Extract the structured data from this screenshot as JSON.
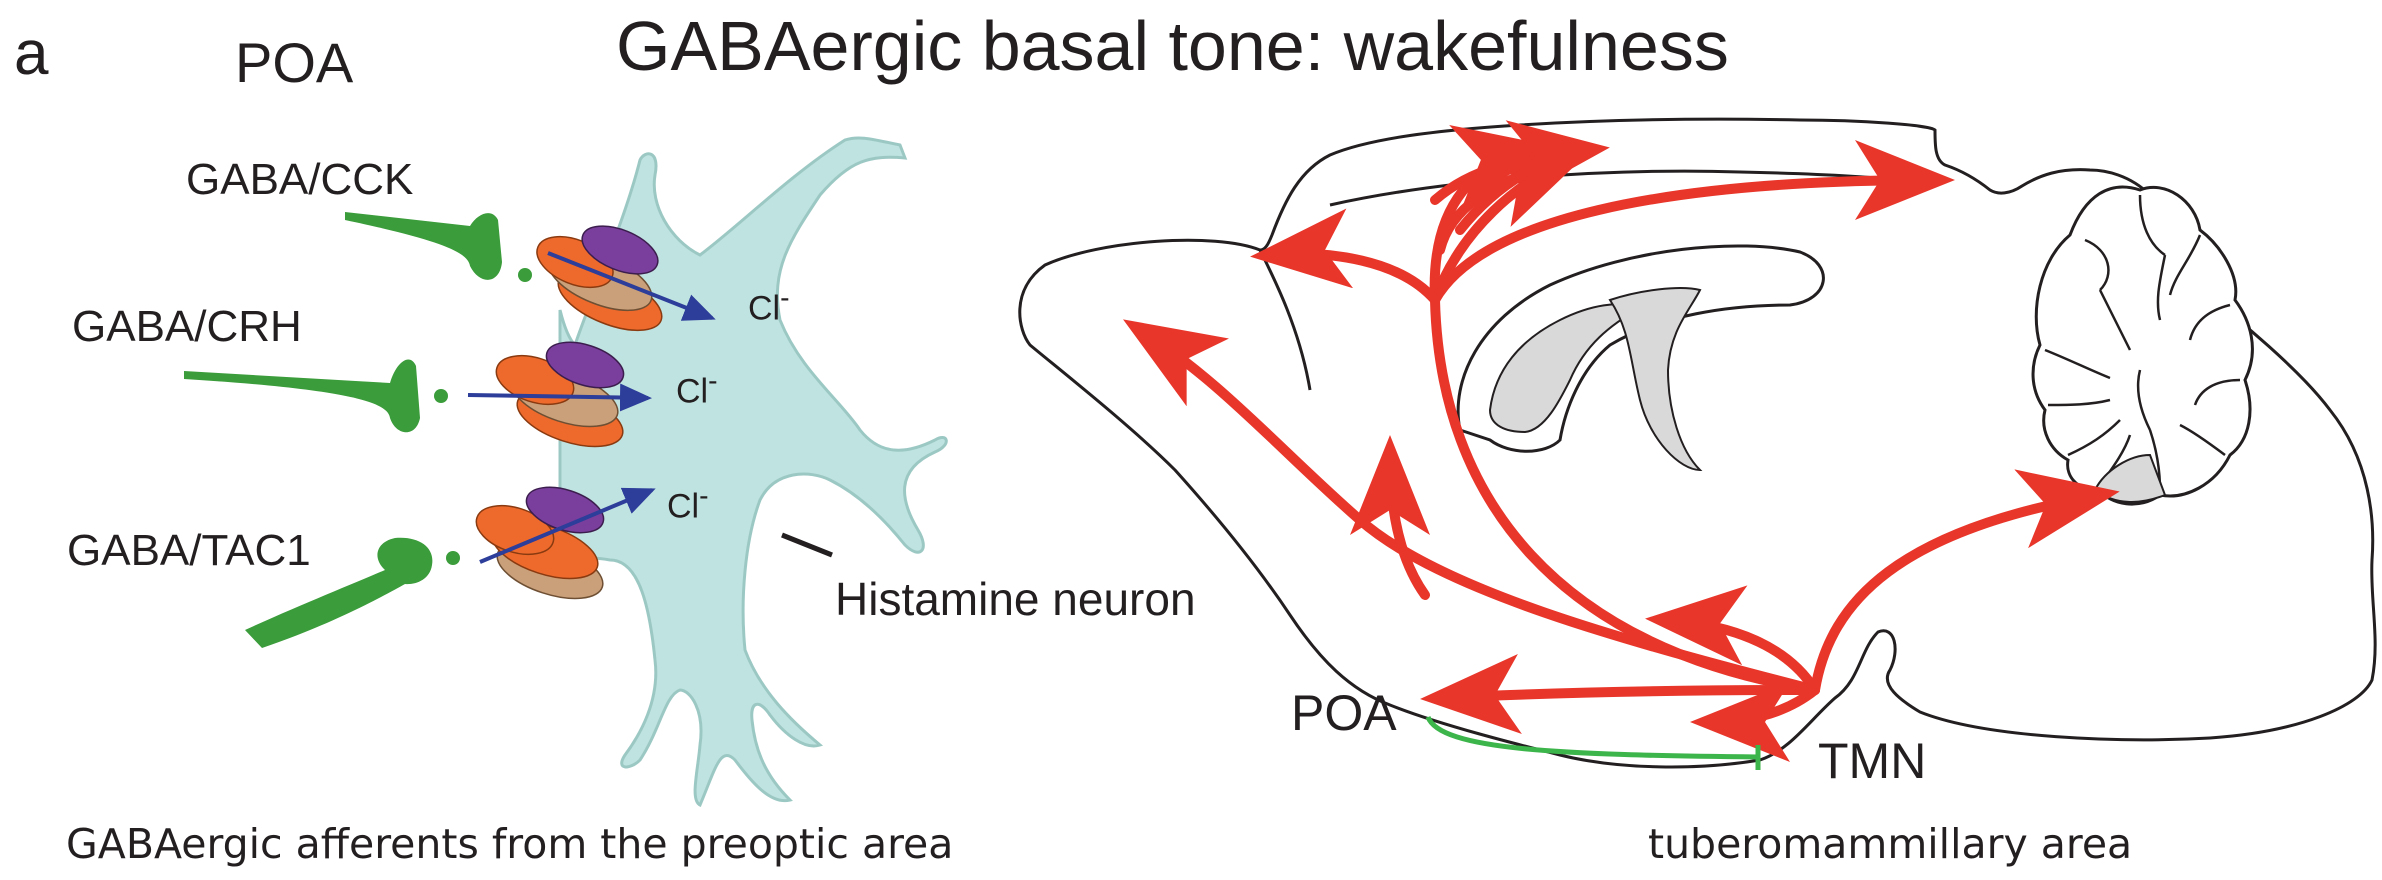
{
  "panel_letter": "a",
  "poa_heading": "POA",
  "title": "GABAergic basal tone: wakefulness",
  "afferents": [
    {
      "label": "GABA/CCK"
    },
    {
      "label": "GABA/CRH"
    },
    {
      "label": "GABA/TAC1"
    }
  ],
  "chloride_label": "Cl",
  "chloride_sup": "-",
  "neuron_label": "Histamine neuron",
  "brain_labels": {
    "poa": "POA",
    "tmn": "TMN"
  },
  "captions": {
    "left": "GABAergic afferents from the preoptic area",
    "right": "tuberomammillary area"
  },
  "colors": {
    "neuron_fill": "#bfe3e0",
    "neuron_stroke": "#9cc8c4",
    "gaba_terminal": "#3a9c3a",
    "projection": "#e8362b",
    "inhibition": "#3cb54a",
    "receptor_orange": "#ee6a2c",
    "receptor_tan": "#c9a07a",
    "receptor_purple": "#7a3e9d",
    "chloride_arrow": "#2c3d9a",
    "ventricle": "#d9d9d9"
  }
}
